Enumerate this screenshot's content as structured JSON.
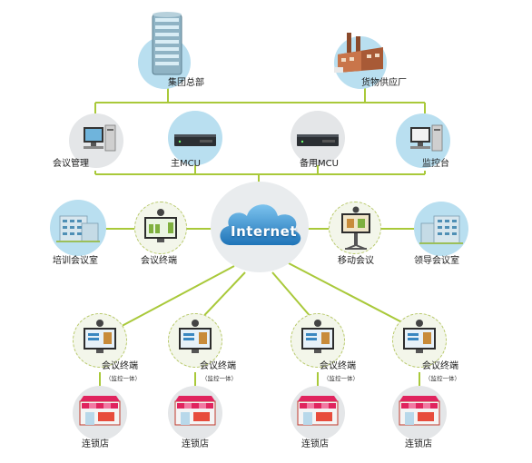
{
  "hq": "集团总部",
  "supplier": "货物供应厂",
  "conference_mgmt": "会议管理",
  "main_mcu": "主MCU",
  "backup_mcu": "备用MCU",
  "monitor": "监控台",
  "training_room": "培训会议室",
  "terminal_left": "会议终端",
  "cloud": "Internet",
  "mobile": "移动会议",
  "exec_room": "领导会议室",
  "store_terminal": "会议终端",
  "store_terminal_note": "（监控一体）",
  "store": "连锁店",
  "colors": {
    "line": "#a9c93a",
    "disc_blue": "#b9dff0",
    "disc_grey": "#e4e6e8",
    "cloud_blue": "#2f8fd0"
  }
}
